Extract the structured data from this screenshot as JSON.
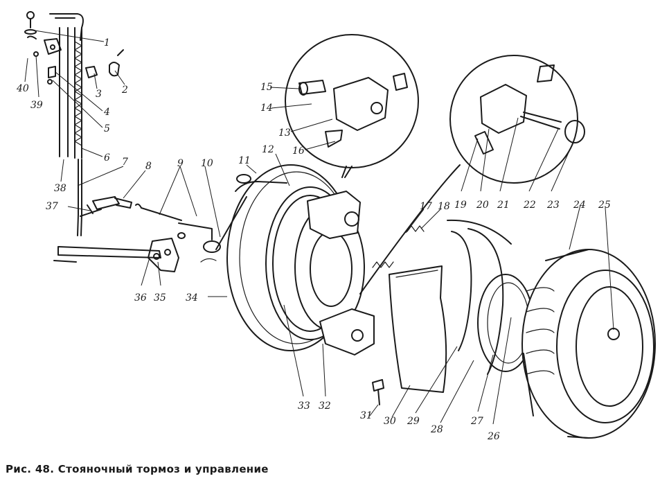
{
  "caption": "Рис. 48. Стояночный тормоз и управление",
  "labels": [
    "1",
    "2",
    "3",
    "4",
    "5",
    "6",
    "7",
    "8",
    "9",
    "10",
    "11",
    "12",
    "13",
    "14",
    "15",
    "16",
    "17",
    "18",
    "19",
    "20",
    "21",
    "22",
    "23",
    "24",
    "25",
    "26",
    "27",
    "28",
    "29",
    "30",
    "31",
    "32",
    "33",
    "34",
    "35",
    "36",
    "37",
    "38",
    "39",
    "40"
  ]
}
